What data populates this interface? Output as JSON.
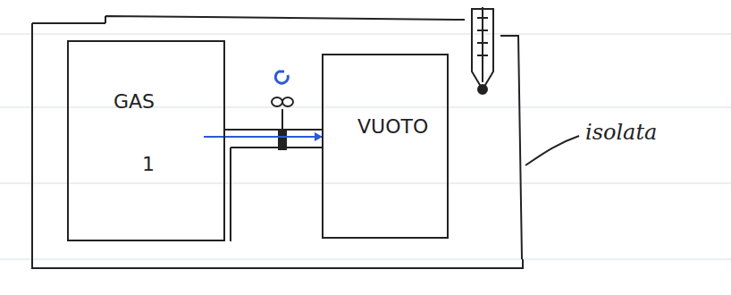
{
  "diagram": {
    "nodes": [
      {
        "text": [
          "GAS",
          "1"
        ]
      },
      {
        "text": [
          "VUOTO"
        ]
      }
    ],
    "edges": [
      {
        "from": 0,
        "to": 1,
        "arrow": "to"
      }
    ],
    "labels": [
      "isolata"
    ]
  }
}
